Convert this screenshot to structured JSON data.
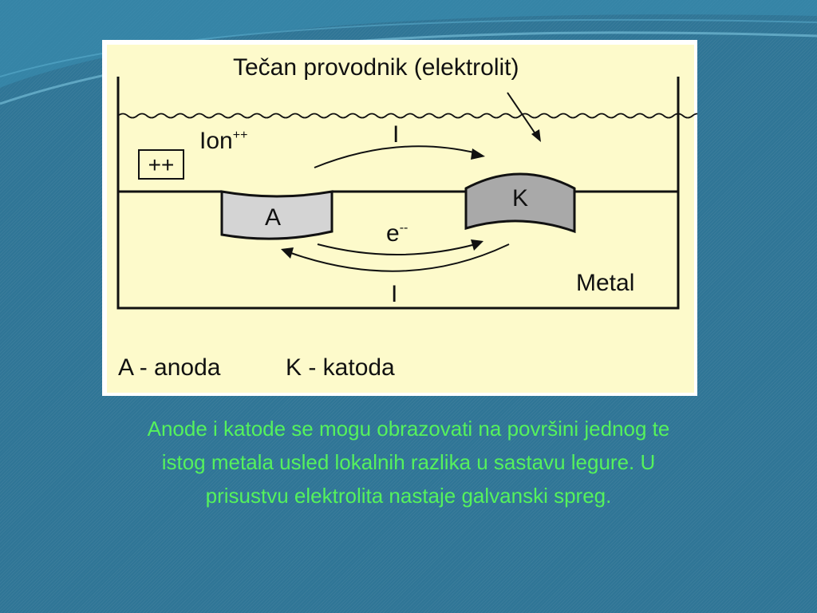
{
  "diagram": {
    "electrolyte_label": "Tečan provodnik (elektrolit)",
    "ion_label": "Ion",
    "ion_superscript": "++",
    "box_label": "++",
    "current_top_label": "I",
    "current_bottom_label": "I",
    "electron_label": "e",
    "electron_superscript": "--",
    "anode_label": "A",
    "cathode_label": "K",
    "metal_label": "Metal",
    "legend_anode": "A - anoda",
    "legend_cathode": "K - katoda",
    "colors": {
      "panel": "#fdfacb",
      "electrode_anode": "#d4d4d4",
      "electrode_cathode": "#a9a9a9",
      "caption_text": "#55f25c",
      "background": "#2f7596"
    }
  },
  "caption": {
    "line1": "Anode i katode se mogu obrazovati na površini jednog te",
    "line2": "istog metala usled lokalnih razlika u sastavu legure. U",
    "line3": "prisustvu elektrolita nastaje galvanski spreg."
  }
}
